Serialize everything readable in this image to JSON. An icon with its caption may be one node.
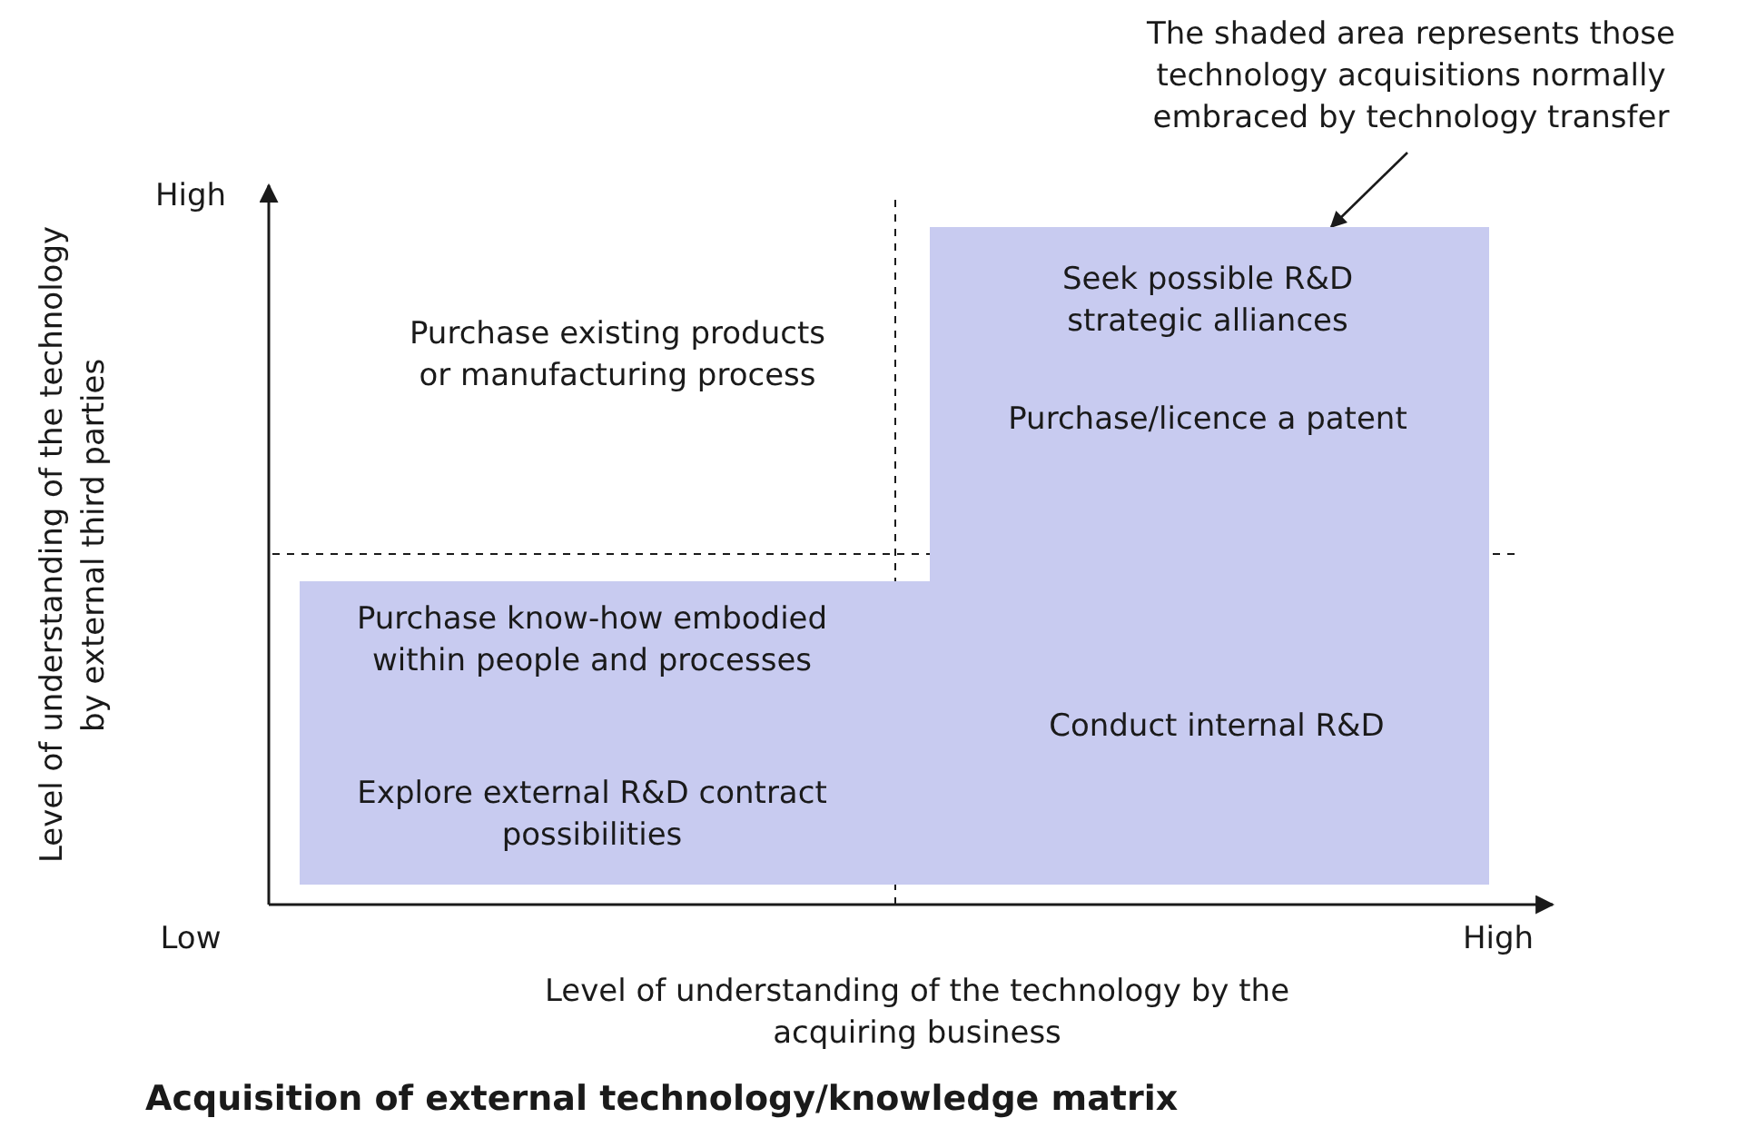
{
  "diagram": {
    "title": "Acquisition of external technology/knowledge matrix",
    "nodes": [
      {
        "text": [
          "The shaded area represents those technology acquisitions normally embraced by technology transfer"
        ]
      },
      {
        "text": [
          "Seek possible R&D strategic alliances",
          "Purchase/licence a patent",
          "Purchase know-how embodied within people and processes",
          "Conduct internal R&D",
          "Explore external R&D contract possibilities"
        ]
      }
    ],
    "edges": [
      {
        "from": 0,
        "to": 1,
        "arrow": "to"
      }
    ],
    "labels": [
      "High",
      "Level of understanding of the technology by external third parties",
      "Purchase existing products or manufacturing process",
      "Low",
      "High",
      "Level of understanding of the technology by the acquiring business"
    ]
  }
}
